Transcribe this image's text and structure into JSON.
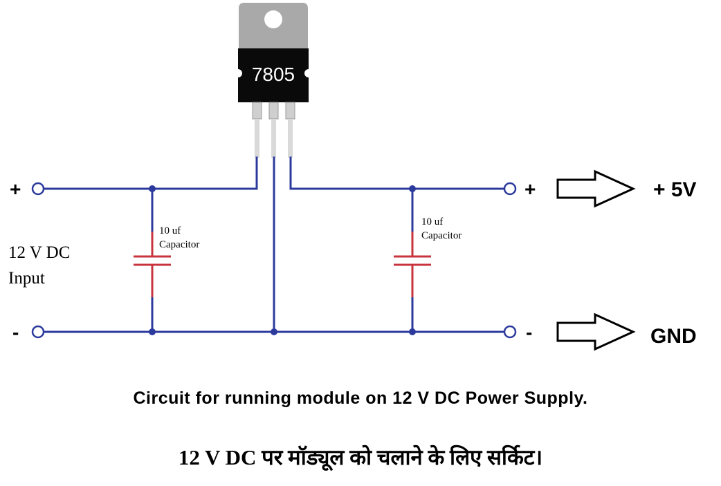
{
  "regulator": {
    "label": "7805"
  },
  "input": {
    "plus_sign": "+",
    "minus_sign": "-",
    "label_line1": "12 V DC",
    "label_line2": "Input"
  },
  "capacitors": [
    {
      "line1": "10 uf",
      "line2": "Capacitor"
    },
    {
      "line1": "10 uf",
      "line2": "Capacitor"
    }
  ],
  "output": {
    "plus_sign": "+",
    "minus_sign": "-",
    "plus_label": "+ 5V",
    "minus_label": "GND"
  },
  "captions": {
    "english": "Circuit for running module on 12 V DC Power Supply.",
    "hindi": "12 V DC पर मॉड्यूल को  चलाने के लिए सर्किट।"
  },
  "colors": {
    "wire": "#2b3a9c",
    "capacitor": "#c8343d",
    "regulator_body": "#0a0a0a",
    "regulator_tab": "#a9a9a9",
    "regulator_pins": "#cfcfcf"
  }
}
